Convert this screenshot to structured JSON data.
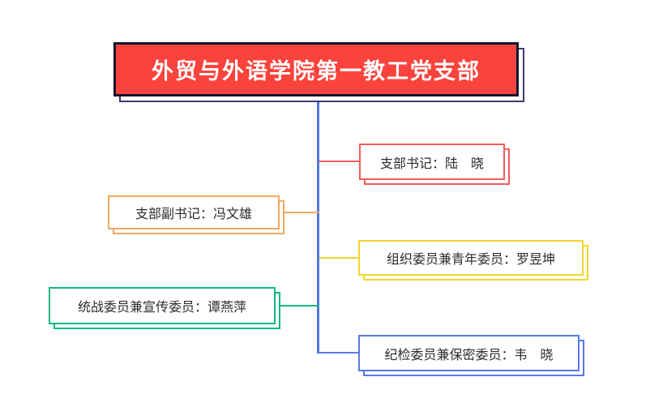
{
  "root": {
    "title": "外贸与外语学院第一教工党支部",
    "fill": "#f9433c",
    "border_color": "#14142f",
    "shadow_color": "#3c3c6e",
    "text_color": "#ffffff"
  },
  "trunk": {
    "color": "#5077d9"
  },
  "nodes": [
    {
      "label": "支部书记：陆　晓",
      "color": "#f75b5b"
    },
    {
      "label": "支部副书记：冯文雄",
      "color": "#f2a860"
    },
    {
      "label": "组织委员兼青年委员：罗昱坤",
      "color": "#f2d52c"
    },
    {
      "label": "统战委员兼宣传委员：谭燕萍",
      "color": "#14b87d"
    },
    {
      "label": "纪检委员兼保密委员：韦　晓",
      "color": "#5a79e6"
    }
  ],
  "node_text_color": "#2b2b2b",
  "background": "#ffffff"
}
